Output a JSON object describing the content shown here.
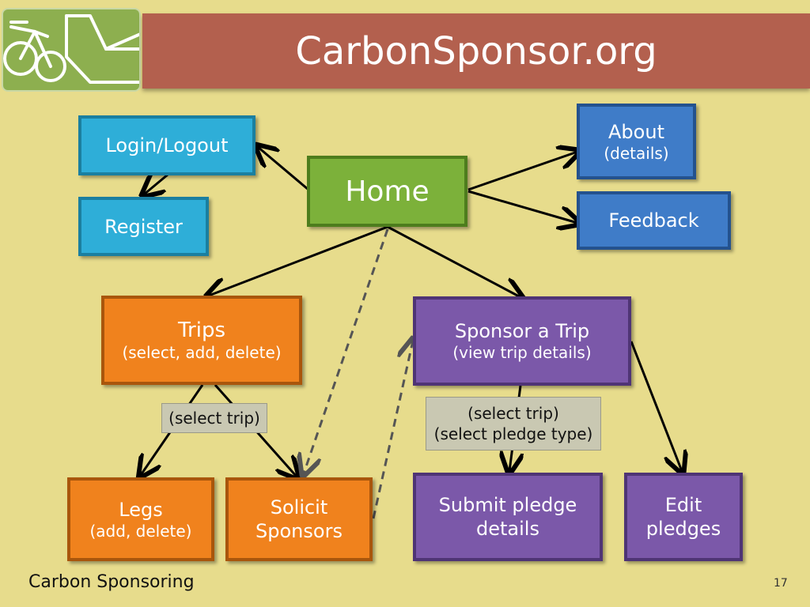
{
  "header": {
    "title": "CarbonSponsor.org"
  },
  "nodes": {
    "login": {
      "label": "Login/Logout"
    },
    "register": {
      "label": "Register"
    },
    "home": {
      "label": "Home"
    },
    "about": {
      "label": "About",
      "sub": "(details)"
    },
    "feedback": {
      "label": "Feedback"
    },
    "trips": {
      "label": "Trips",
      "sub": "(select, add, delete)"
    },
    "sponsor": {
      "label": "Sponsor a Trip",
      "sub": "(view trip details)"
    },
    "legs": {
      "label": "Legs",
      "sub": "(add, delete)"
    },
    "solicit": {
      "line1": "Solicit",
      "line2": "Sponsors"
    },
    "submit": {
      "line1": "Submit pledge",
      "line2": "details"
    },
    "edit": {
      "line1": "Edit",
      "line2": "pledges"
    }
  },
  "labels": {
    "select_trip": "(select trip)",
    "select_trip_pledge": {
      "line1": "(select trip)",
      "line2": "(select pledge type)"
    }
  },
  "footer": {
    "text": "Carbon Sponsoring",
    "page": "17"
  }
}
